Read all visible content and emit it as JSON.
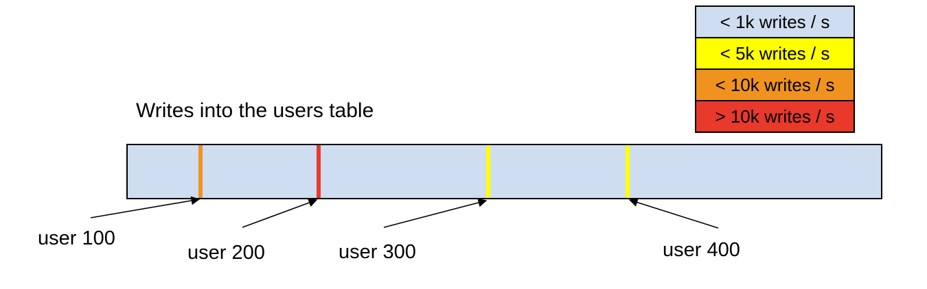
{
  "diagram": {
    "title": "Writes into the users table",
    "table_fill": "#cfddf0",
    "hotspots": [
      {
        "user": "user 100",
        "color": "#f0931e",
        "write_rate": "< 10k writes / s"
      },
      {
        "user": "user 200",
        "color": "#e8392b",
        "write_rate": "> 10k writes / s"
      },
      {
        "user": "user 300",
        "color": "#ffff00",
        "write_rate": "< 5k writes / s"
      },
      {
        "user": "user 400",
        "color": "#ffff00",
        "write_rate": "< 5k writes / s"
      }
    ]
  },
  "legend": {
    "items": [
      {
        "label": "< 1k writes / s",
        "color": "#cfddf0"
      },
      {
        "label": "< 5k writes / s",
        "color": "#ffff00"
      },
      {
        "label": "< 10k writes / s",
        "color": "#f0931e"
      },
      {
        "label": "> 10k writes / s",
        "color": "#e8392b"
      }
    ]
  }
}
